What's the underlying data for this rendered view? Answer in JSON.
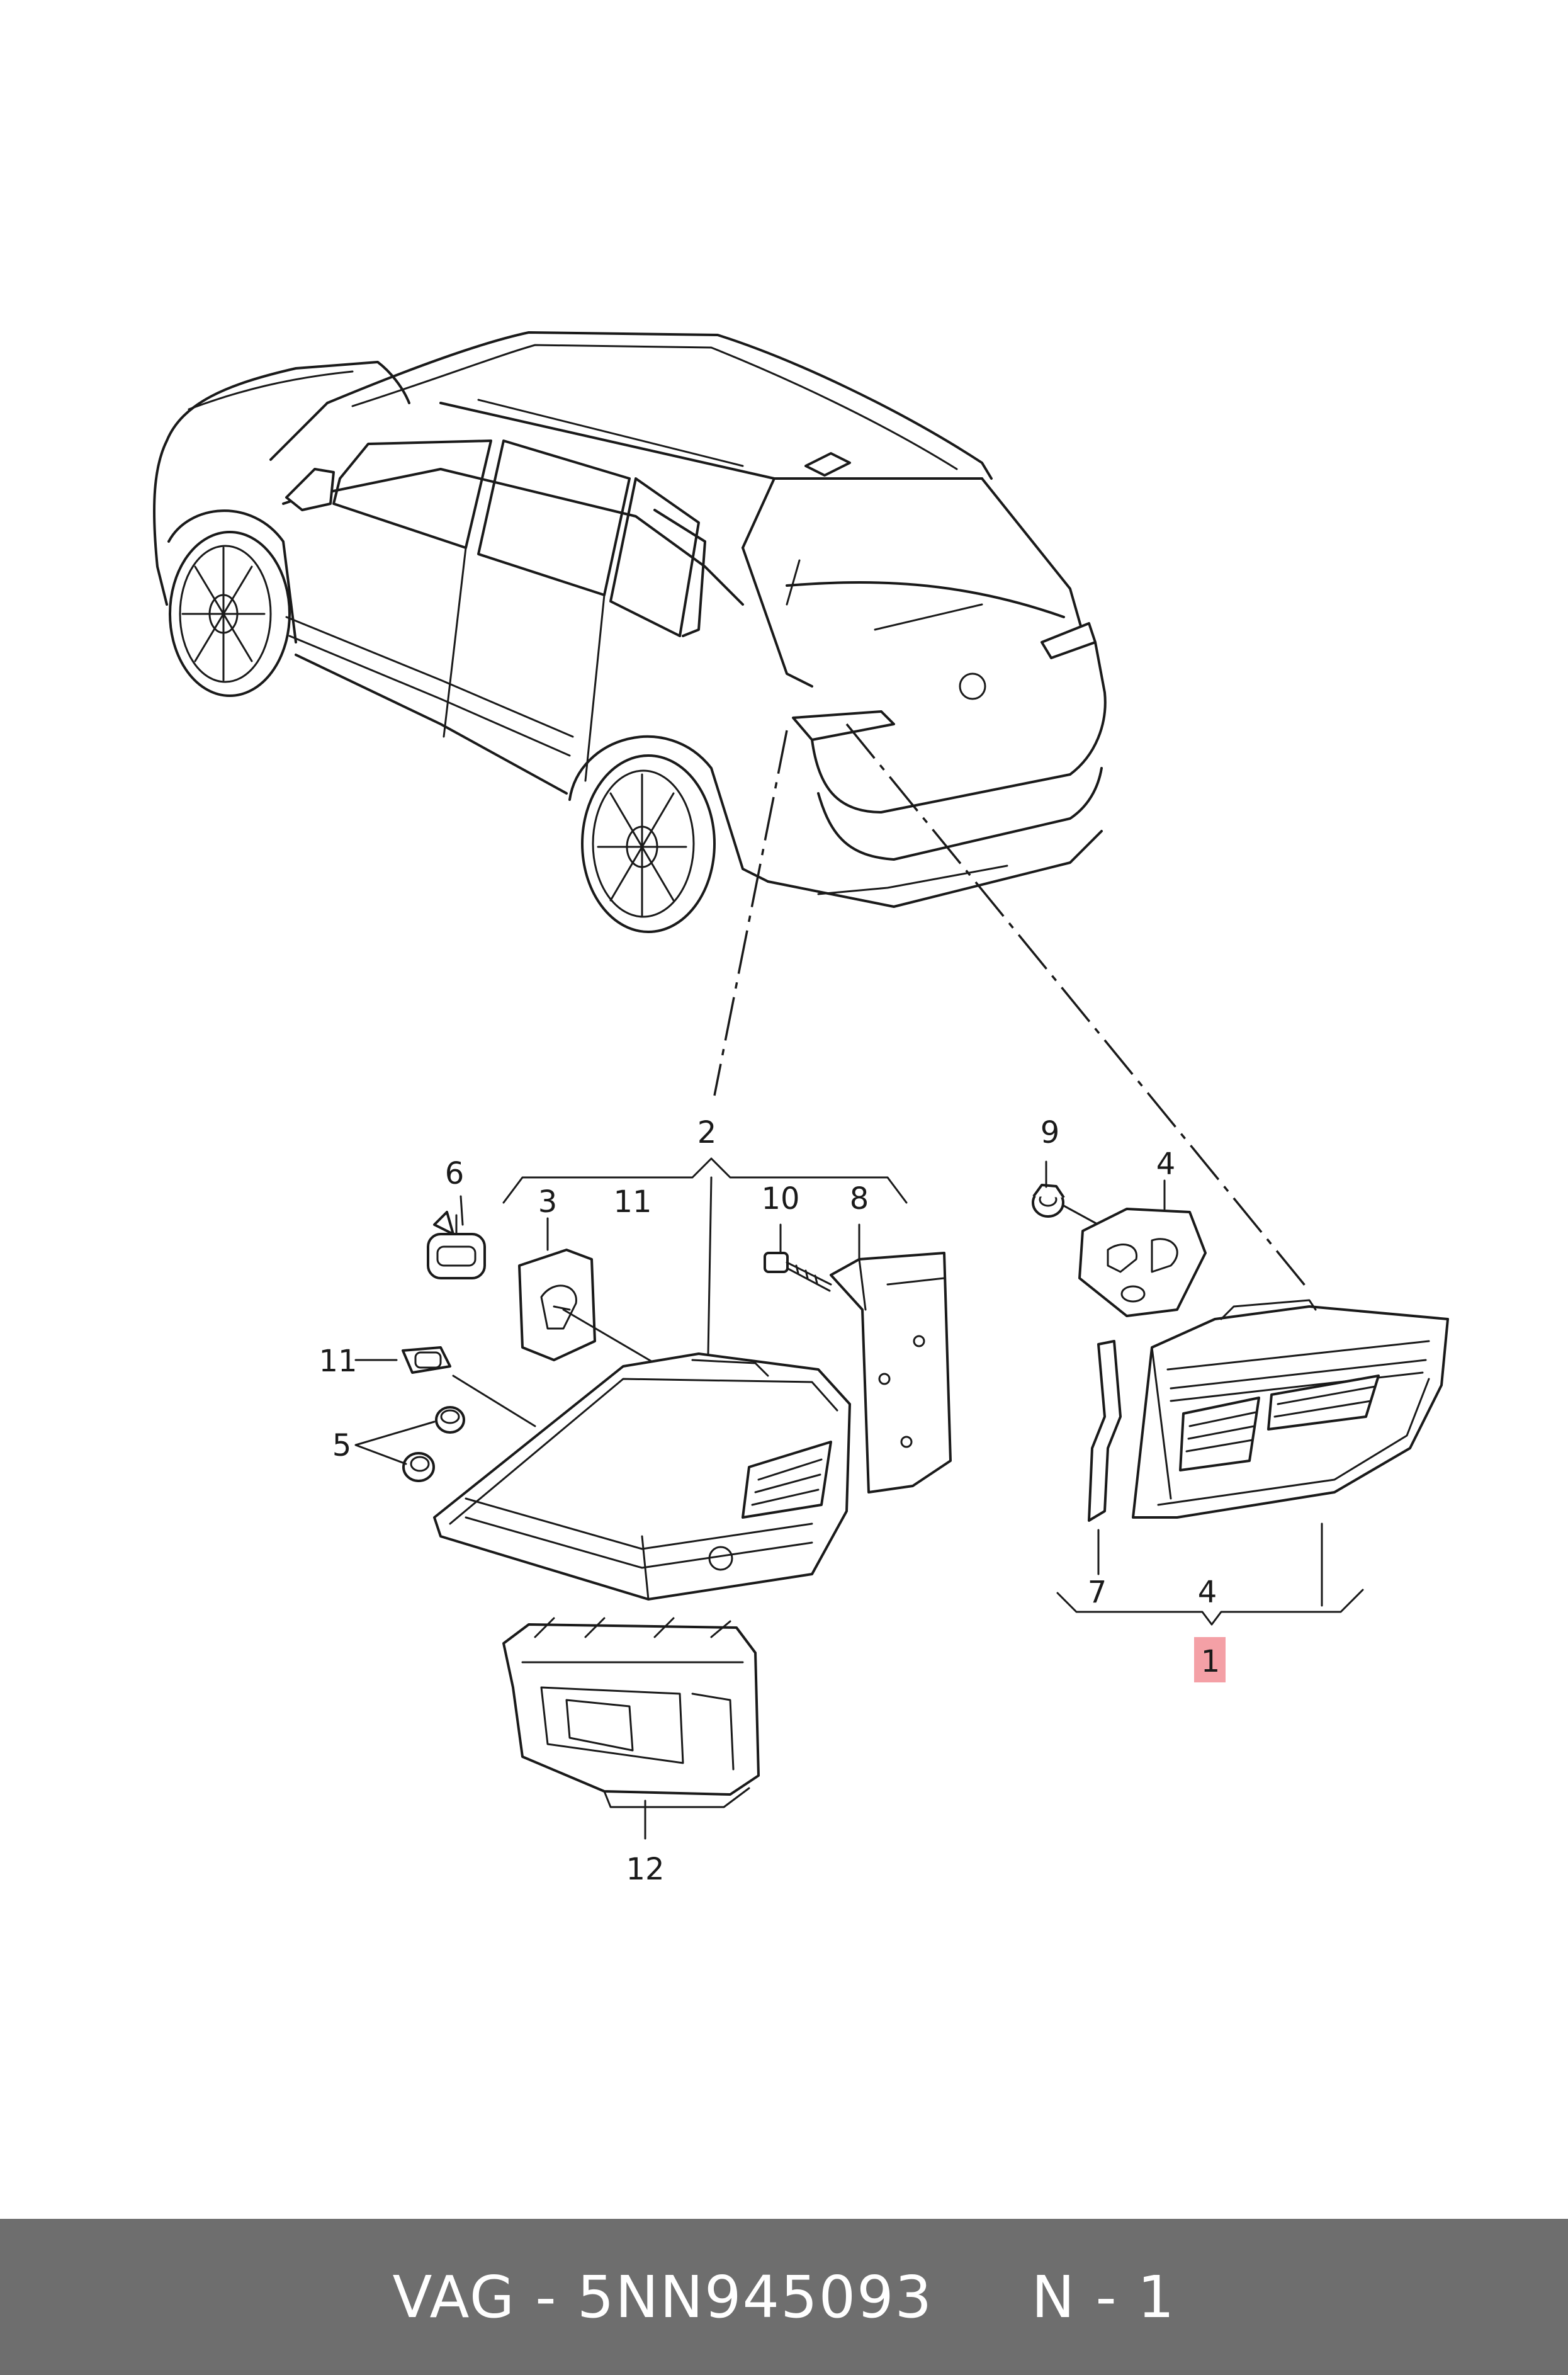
{
  "colors": {
    "footer_bg": "#6e6e6e",
    "footer_text": "#ffffff",
    "highlight": "#f4a0a6",
    "line": "#1a1a1a"
  },
  "callouts": {
    "c1": "1",
    "c2": "2",
    "c3": "3",
    "c4a": "4",
    "c4b": "4",
    "c5": "5",
    "c6": "6",
    "c7": "7",
    "c8": "8",
    "c9": "9",
    "c10": "10",
    "c11a": "11",
    "c11b": "11",
    "c12": "12"
  },
  "footer": {
    "text": "VAG - 5NN945093     N - 1"
  }
}
